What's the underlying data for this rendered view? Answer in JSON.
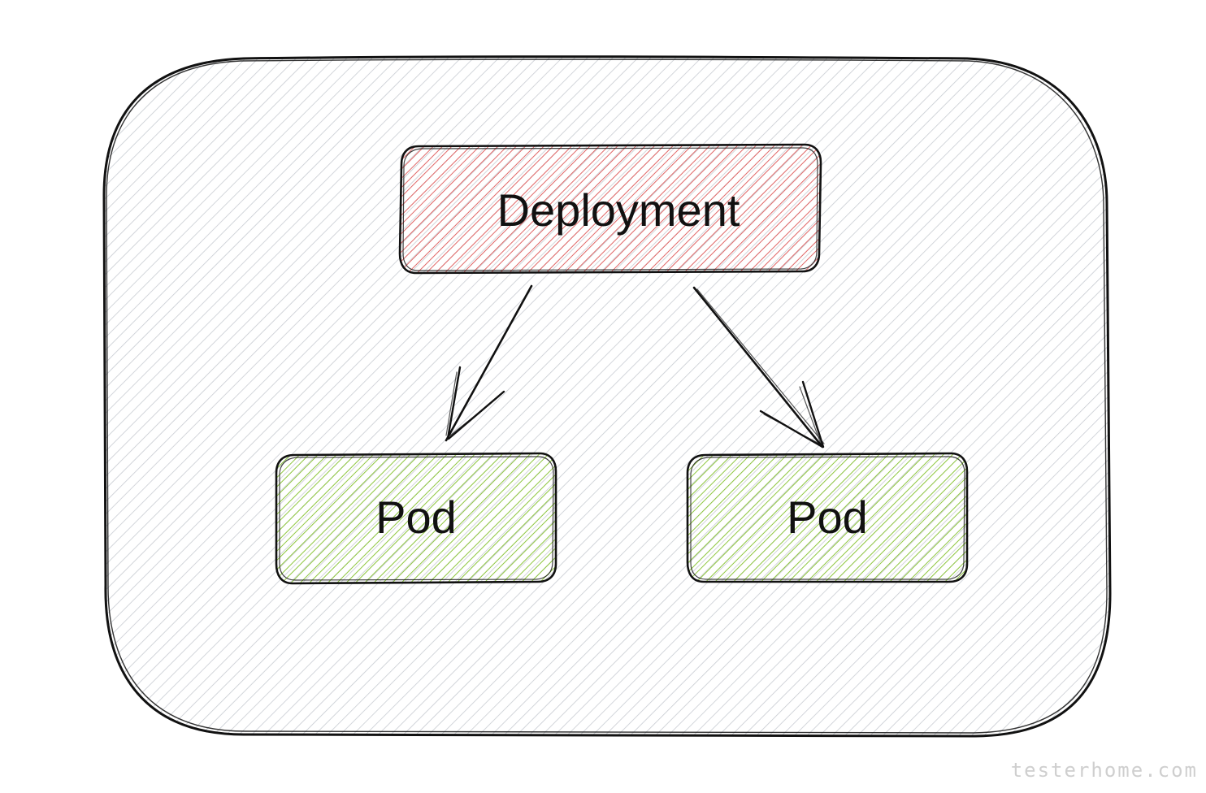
{
  "nodes": {
    "deployment": {
      "label": "Deployment",
      "fill": "#e06666"
    },
    "pod_left": {
      "label": "Pod",
      "fill": "#8ec63f"
    },
    "pod_right": {
      "label": "Pod",
      "fill": "#8ec63f"
    }
  },
  "container": {
    "fill": "#c7cbd1"
  },
  "stroke_color": "#111111",
  "watermark": "testerhome.com"
}
